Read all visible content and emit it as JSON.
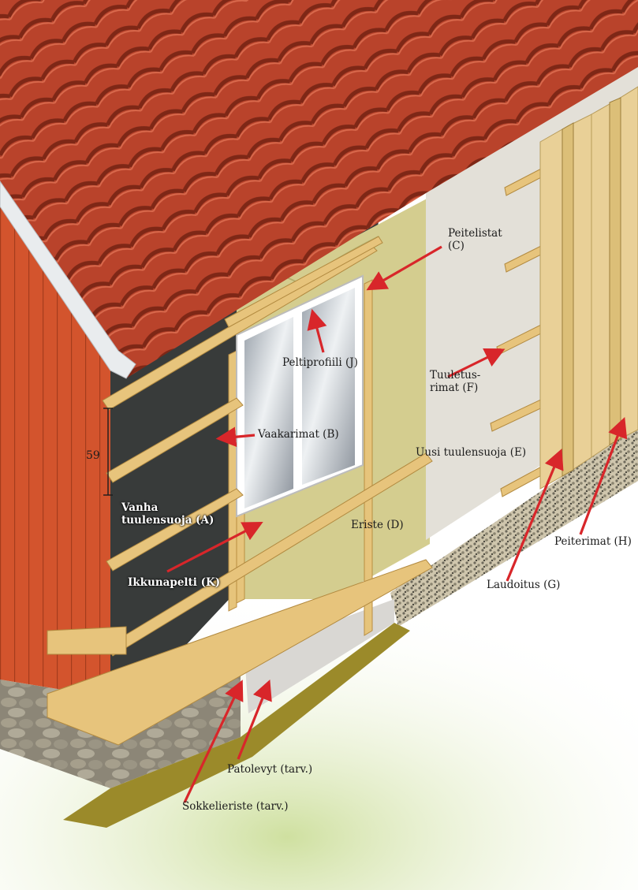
{
  "labels": {
    "peitelistat": {
      "line1": "Peitelistat",
      "line2": "(C)"
    },
    "peltiprofiili": "Peltiprofiili (J)",
    "tuuletusrimat": {
      "line1": "Tuuletus-",
      "line2": "rimat (F)"
    },
    "vaakarimat": "Vaakarimat (B)",
    "uusi_tuulensuoja": "Uusi tuulensuoja (E)",
    "vanha_tuulensuoja": {
      "line1": "Vanha",
      "line2": "tuulensuoja (A)"
    },
    "eriste": "Eriste (D)",
    "peiterimat": "Peiterimat (H)",
    "ikkunapelti": "Ikkunapelti (K)",
    "laudoitus": "Laudoitus (G)",
    "patolevyt": "Patolevyt (tarv.)",
    "sokkelieriste": "Sokkelieriste (tarv.)"
  },
  "dimension": "59",
  "colors": {
    "roof_tile": "#b5422a",
    "red_wall": "#d0502c",
    "old_windbreak": "#3a3c3b",
    "insulation": "#d2cc8f",
    "new_windbreak": "#e4e1da",
    "wood": "#e7c47c",
    "arrow": "#d8262a"
  }
}
